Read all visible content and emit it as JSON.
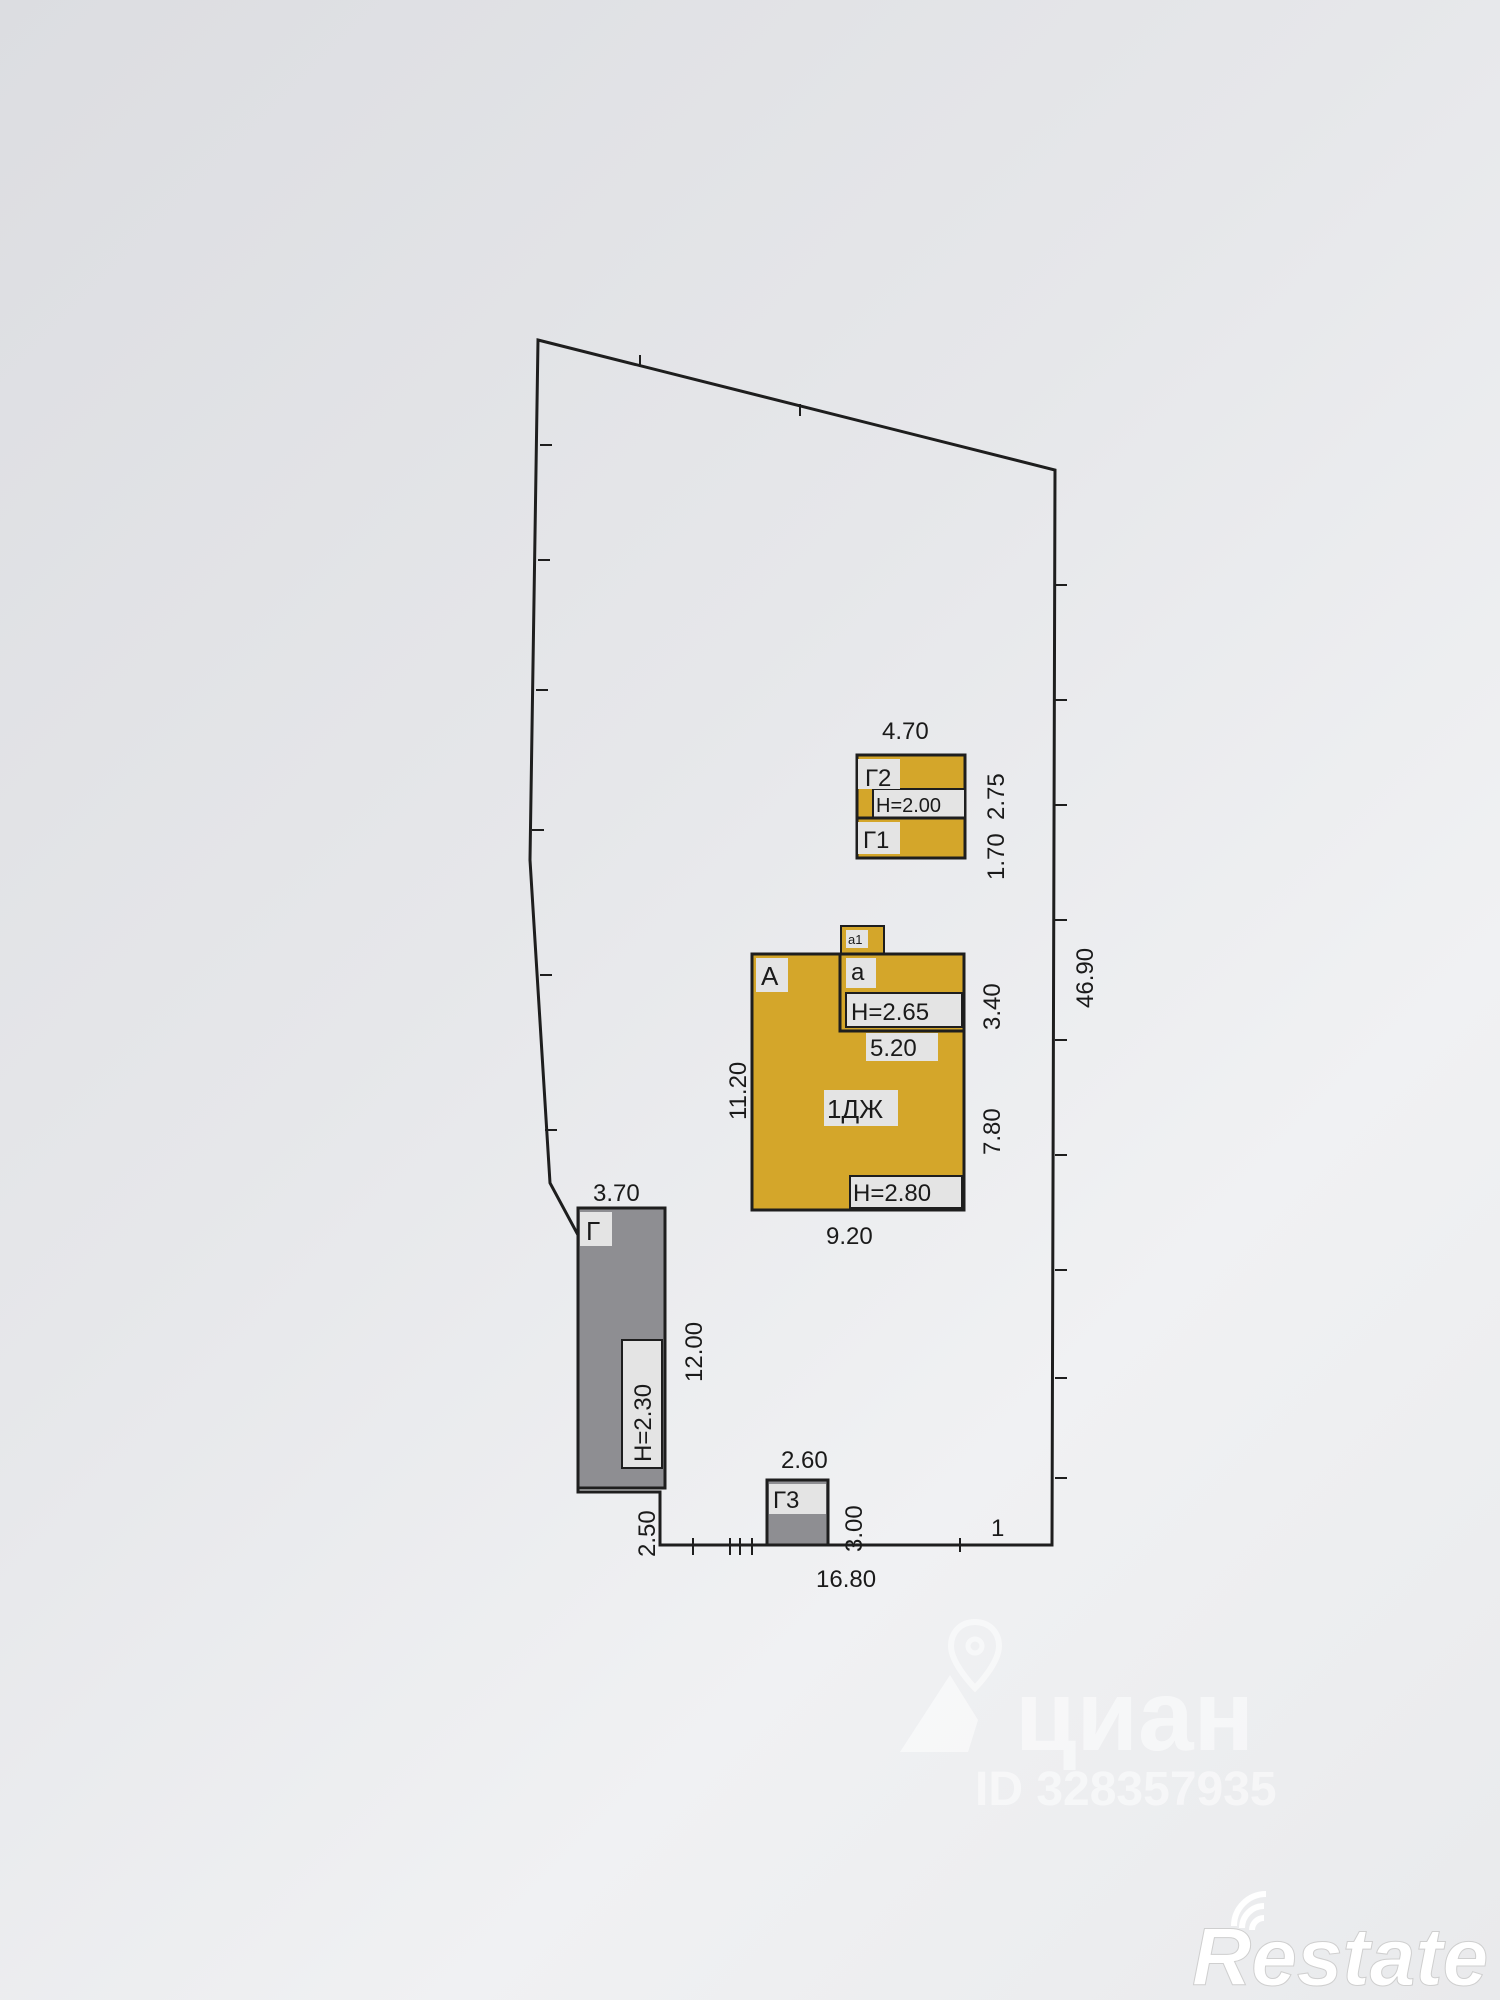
{
  "buildings": {
    "g2": {
      "code": "Г2",
      "height": "Н=2.00",
      "width": "4.70",
      "depth": "2.75"
    },
    "g1": {
      "code": "Г1",
      "depth": "1.70"
    },
    "a1": {
      "code": "а1"
    },
    "a": {
      "code": "а",
      "height": "Н=2.65",
      "width": "5.20",
      "depth": "3.40"
    },
    "house": {
      "code": "А",
      "use": "1ДЖ",
      "height": "Н=2.80",
      "width": "9.20",
      "depth": "11.20",
      "depth_main": "7.80"
    },
    "g": {
      "code": "Г",
      "height": "Н=2.30",
      "width": "3.70",
      "depth": "12.00",
      "offset": "2.50"
    },
    "g3": {
      "code": "Г3",
      "width": "2.60",
      "depth": "3.00"
    }
  },
  "plot": {
    "side_length": "46.90",
    "front_length": "16.80",
    "point_number": "1"
  },
  "watermarks": {
    "cian_brand": "циан",
    "listing_id": "ID 328357935",
    "restate_brand": "Restate"
  },
  "colors": {
    "residential_fill": "#d4a62a",
    "garage_fill": "#8e8e92",
    "outline": "#1e1e1e"
  }
}
